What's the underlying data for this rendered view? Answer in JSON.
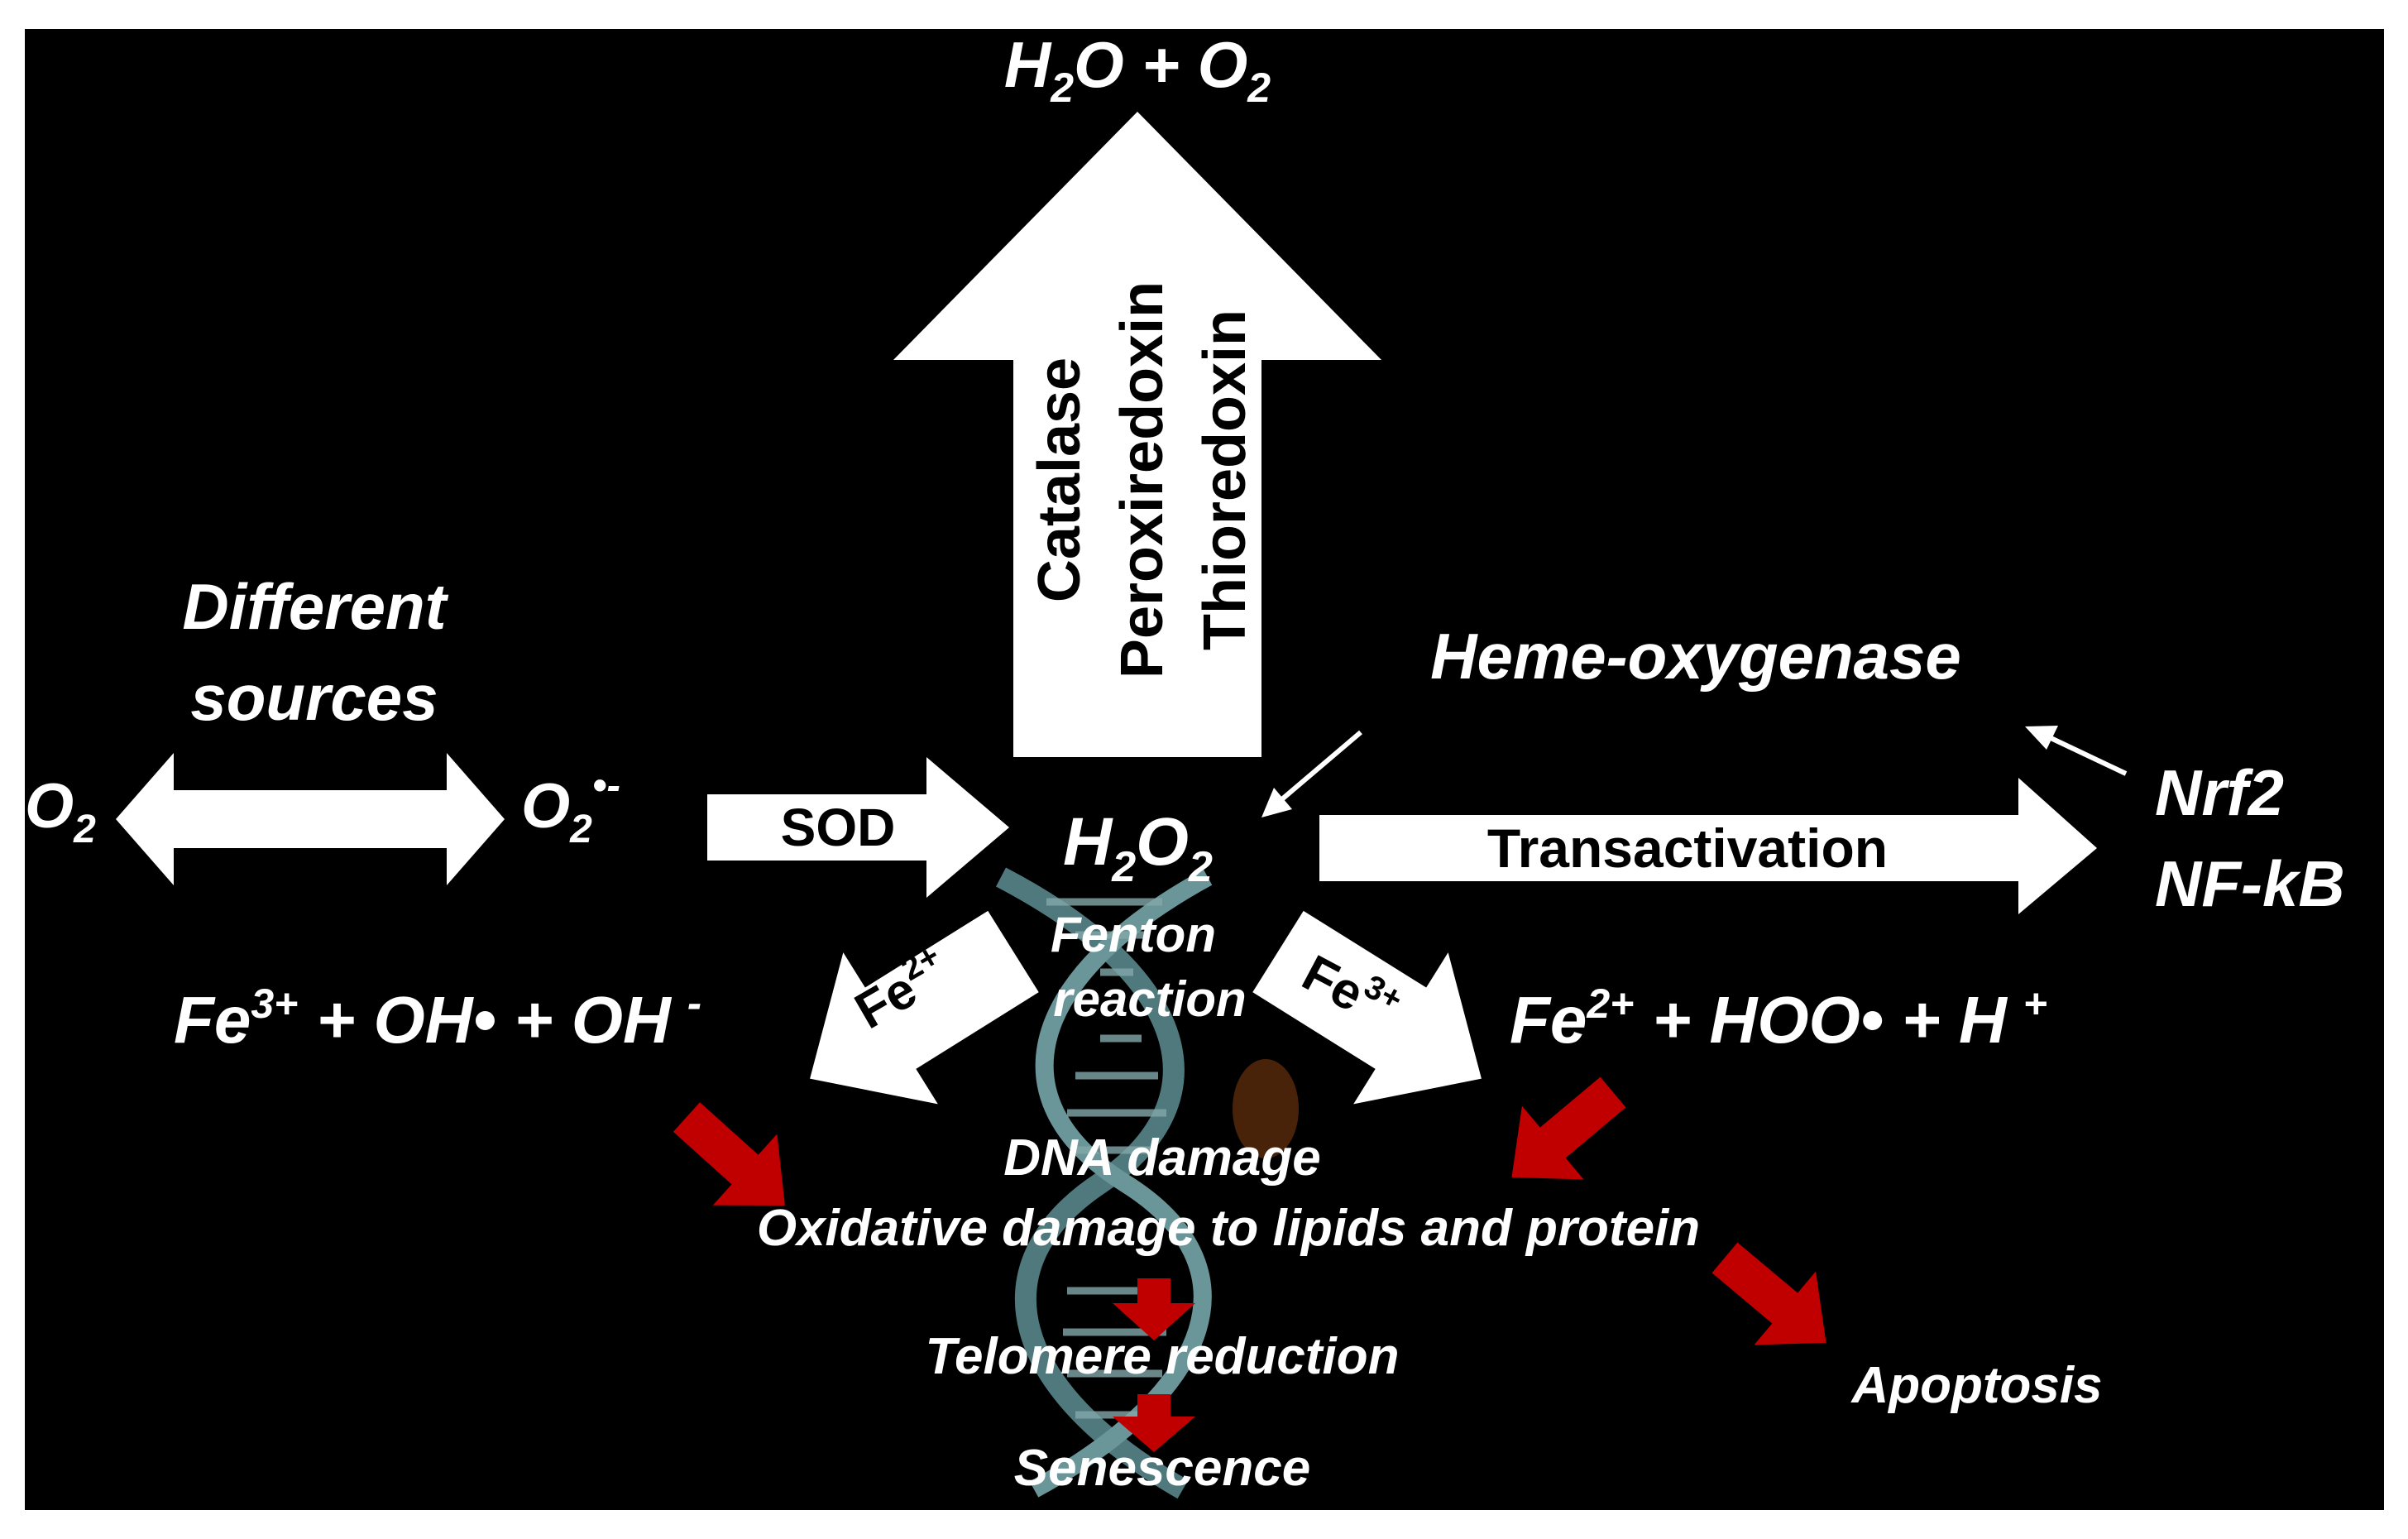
{
  "colors": {
    "background": "#000000",
    "frame": "#ffffff",
    "arrow_white": "#ffffff",
    "arrow_red": "#c00000",
    "arrow_label_text": "#000000",
    "text": "#ffffff",
    "dna_strand": "#6fa3a8"
  },
  "top_product": {
    "base1": "H",
    "sub1": "2",
    "base2": "O + O",
    "sub2": "2"
  },
  "enzymes_up": [
    "Catalase",
    "Peroxiredoxin",
    "Thioredoxin"
  ],
  "sources": {
    "line1": "Different",
    "line2": "sources"
  },
  "o2_left": {
    "base": "O",
    "sub": "2"
  },
  "superoxide": {
    "base": "O",
    "sub": "2",
    "sup": "•-"
  },
  "sod_label": "SOD",
  "h2o2": {
    "b1": "H",
    "s1": "2",
    "b2": "O",
    "s2": "2"
  },
  "heme_oxygenase": "Heme-oxygenase",
  "transactivation_label": "Transactivation",
  "transcription_factors": [
    "Nrf2",
    "NF-kB"
  ],
  "fenton": {
    "line1": "Fenton",
    "line2": "reaction"
  },
  "fe2_arrow_label": {
    "base": "Fe",
    "sup": "2+"
  },
  "fe3_arrow_label": {
    "base": "Fe",
    "sup": "3+"
  },
  "left_products": {
    "fe": "Fe",
    "fe_sup": "3+",
    "rest": " + OH• + OH",
    "minus": "-"
  },
  "right_products": {
    "fe": "Fe",
    "fe_sup": "2+",
    "rest": " + HOO• + H",
    "plus": "+"
  },
  "outcomes": {
    "dna_damage": "DNA damage",
    "oxidative_damage": "Oxidative damage to lipids and protein",
    "telomere": "Telomere reduction",
    "senescence": "Senescence",
    "apoptosis": "Apoptosis"
  }
}
